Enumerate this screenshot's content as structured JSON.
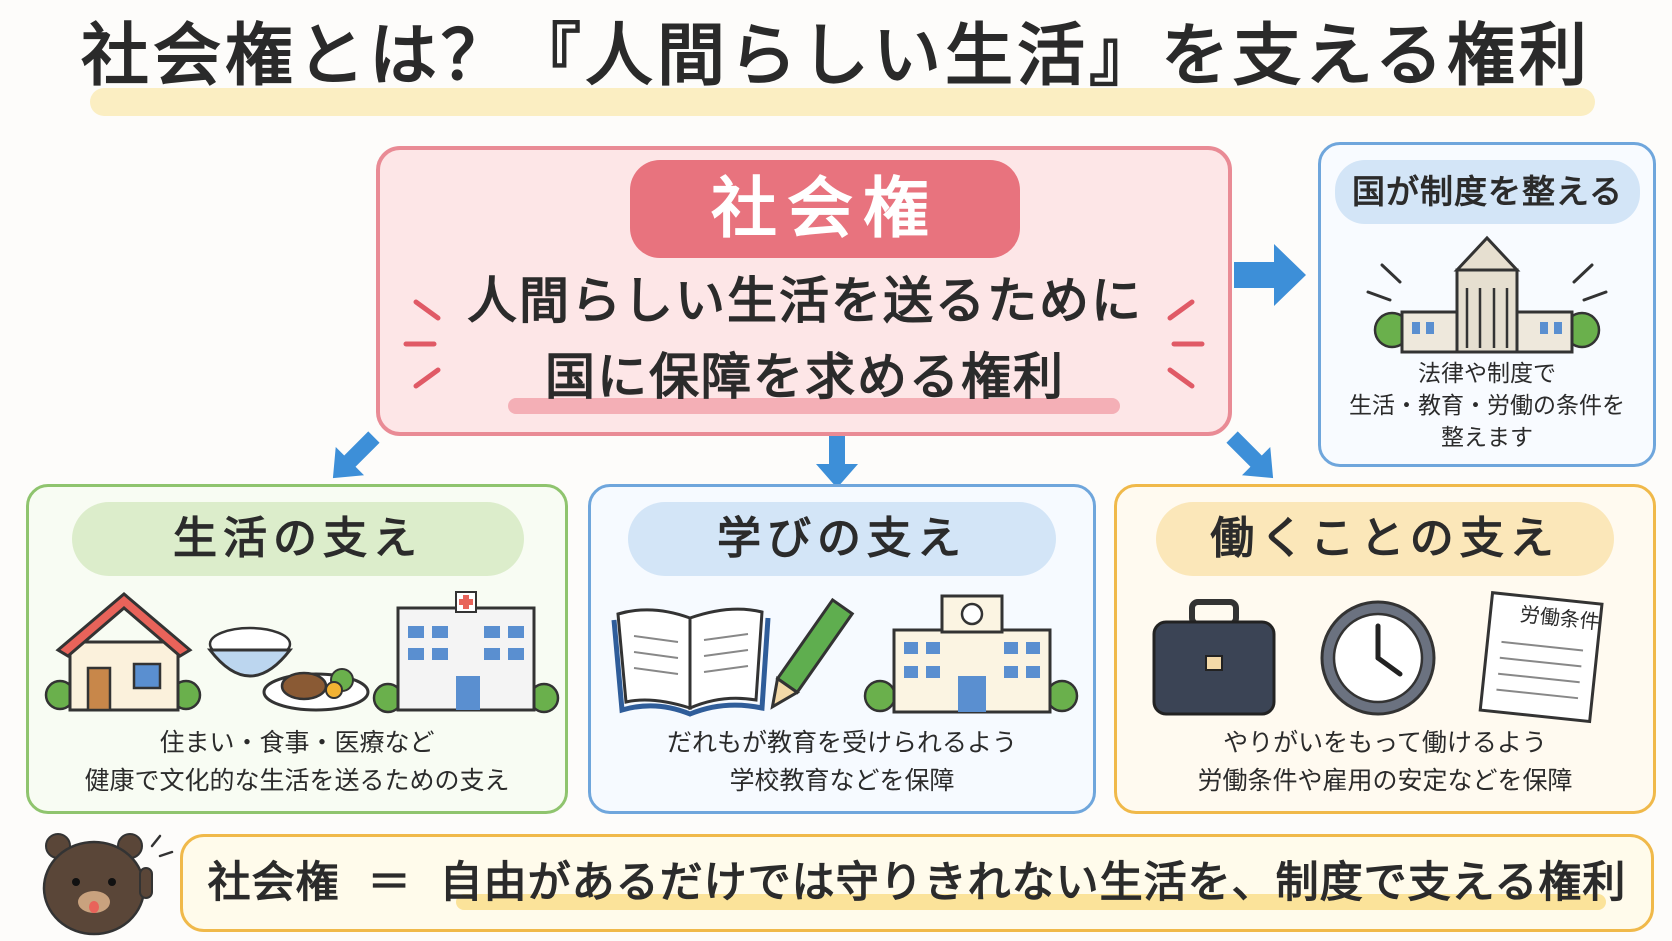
{
  "title": "社会権とは？『人間らしい生活』を支える権利",
  "center": {
    "label": "社会権",
    "line1": "人間らしい生活を送るために",
    "line2": "国に保障を求める権利"
  },
  "government": {
    "label": "国が制度を整える",
    "desc_lines": [
      "法律や制度で",
      "生活・教育・労働の条件を",
      "整えます"
    ]
  },
  "cards": {
    "life": {
      "label": "生活の支え",
      "desc_lines": [
        "住まい・食事・医療など",
        "健康で文化的な生活を送るための支え"
      ]
    },
    "learn": {
      "label": "学びの支え",
      "desc_lines": [
        "だれもが教育を受けられるよう",
        "学校教育などを保障"
      ]
    },
    "work": {
      "label": "働くことの支え",
      "desc_lines": [
        "やりがいをもって働けるよう",
        "労働条件や雇用の安定などを保障"
      ],
      "document_text": "労働条件"
    }
  },
  "summary": {
    "term": "社会権",
    "equals": "＝",
    "text": "自由があるだけでは守りきれない生活を、制度で支える権利"
  },
  "colors": {
    "pink": "#e8737e",
    "blue": "#6fa6dc",
    "green": "#8fc46e",
    "orange": "#f0b94a",
    "arrow": "#3d8fd8"
  }
}
